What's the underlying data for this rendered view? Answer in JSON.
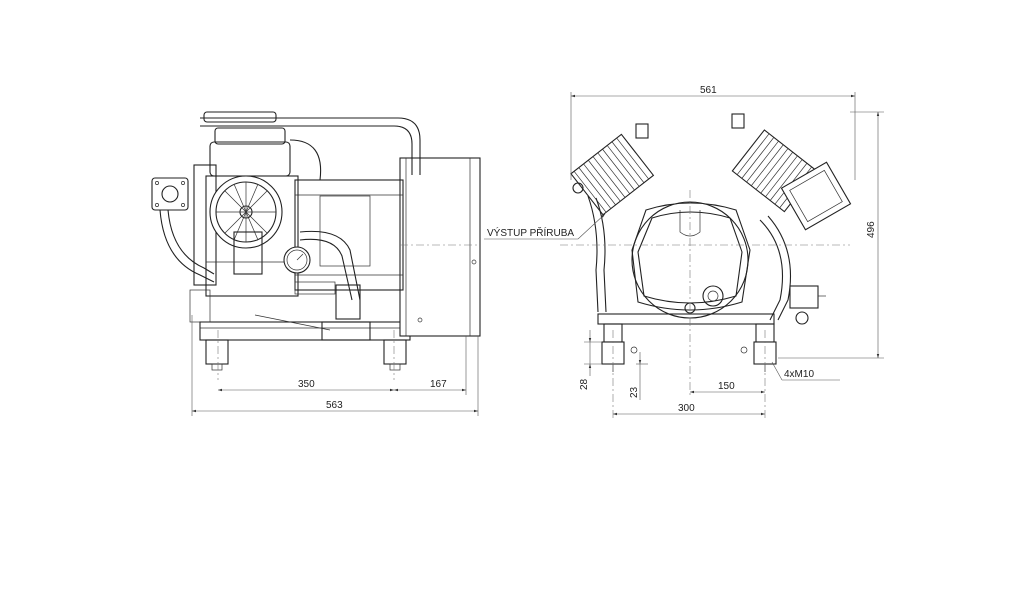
{
  "dimensions": {
    "side_350": "350",
    "side_167": "167",
    "side_563": "563",
    "front_561": "561",
    "front_496": "496",
    "front_28": "28",
    "front_23": "23",
    "front_150": "150",
    "front_300": "300",
    "front_4xm10": "4xM10"
  },
  "callout": {
    "outlet_flange": "VÝSTUP PŘÍRUBA"
  }
}
